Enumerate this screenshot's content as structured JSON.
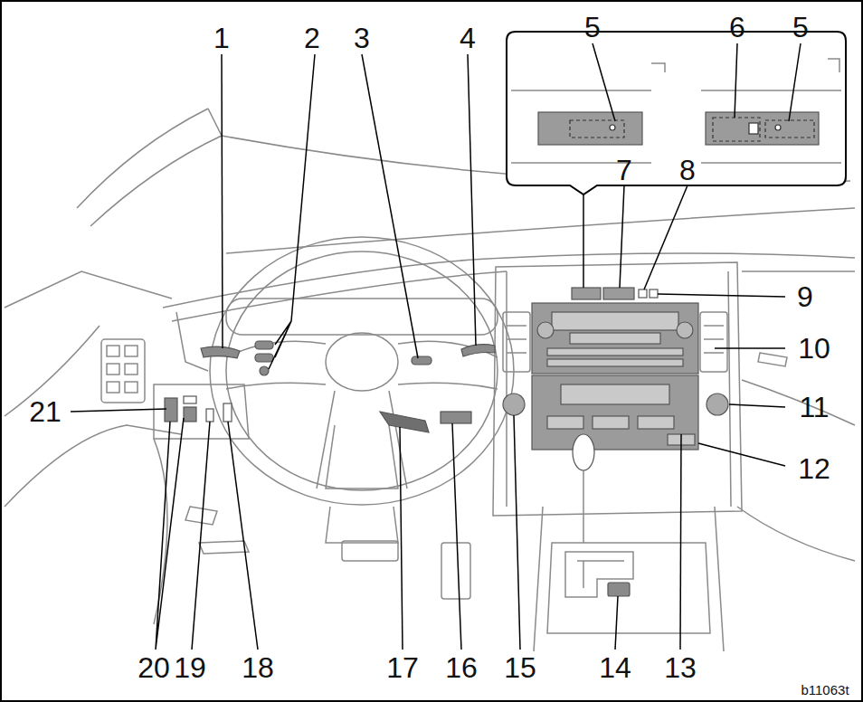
{
  "diagram": {
    "labels": [
      "5",
      "6",
      "5",
      "1",
      "2",
      "3",
      "4",
      "7",
      "8",
      "9",
      "10",
      "21",
      "11",
      "12",
      "20",
      "19",
      "18",
      "17",
      "16",
      "15",
      "14",
      "13",
      "b11063t"
    ]
  }
}
